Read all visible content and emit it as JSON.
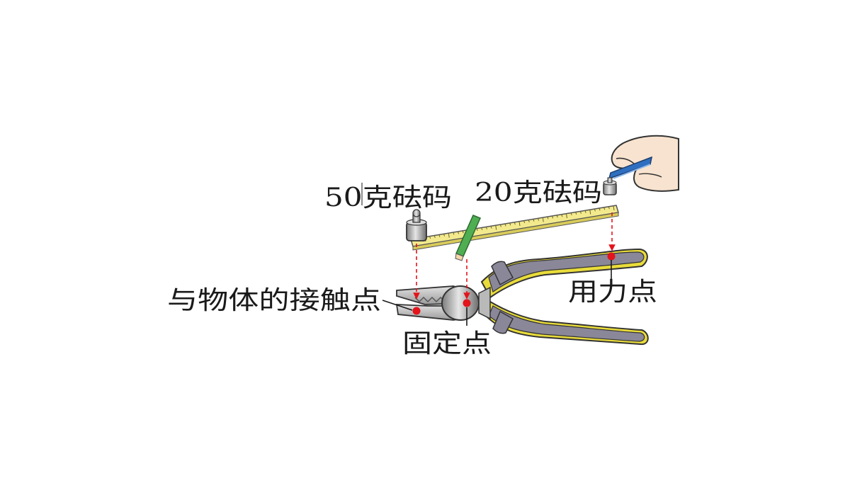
{
  "labels": {
    "weight_50": "50克砝码",
    "weight_20": "20克砝码",
    "contact_point": "与物体的接触点",
    "fixed_point": "固定点",
    "force_point": "用力点"
  },
  "colors": {
    "handle_gray": "#8a8799",
    "handle_yellow": "#e9dc3a",
    "ruler_yellow": "#f3ea8e",
    "marker_red": "#e3141b",
    "metal": "#c9c9c9",
    "pencil_green": "#4fae52"
  },
  "icons": [
    "hand-icon",
    "tweezers-icon",
    "weight-50g-icon",
    "weight-20g-icon",
    "ruler-icon",
    "pencil-icon",
    "pliers-icon"
  ]
}
